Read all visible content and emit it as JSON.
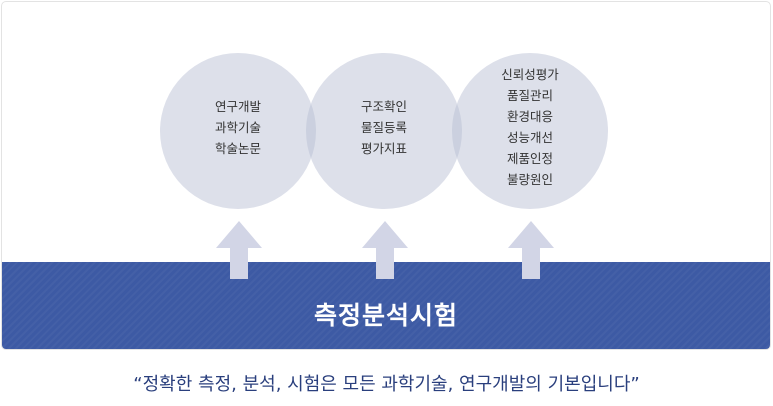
{
  "circles": [
    {
      "id": "left",
      "lines": [
        "연구개발",
        "과학기술",
        "학술논문"
      ]
    },
    {
      "id": "middle",
      "lines": [
        "구조확인",
        "물질등록",
        "평가지표"
      ]
    },
    {
      "id": "right",
      "lines": [
        "신뢰성평가",
        "품질관리",
        "환경대응",
        "성능개선",
        "제품인정",
        "불량원인"
      ]
    }
  ],
  "base": {
    "title": "측정분석시험"
  },
  "quote": "“정확한 측정, 분석, 시험은 모든 과학기술, 연구개발의 기본입니다”",
  "colors": {
    "circle_fill": "#dde0ea",
    "circle_overlap": "#cbd0df",
    "arrow_fill": "#d2d5e6",
    "base_bar": "#3d5aa4",
    "quote_text": "#2a3f7d"
  }
}
